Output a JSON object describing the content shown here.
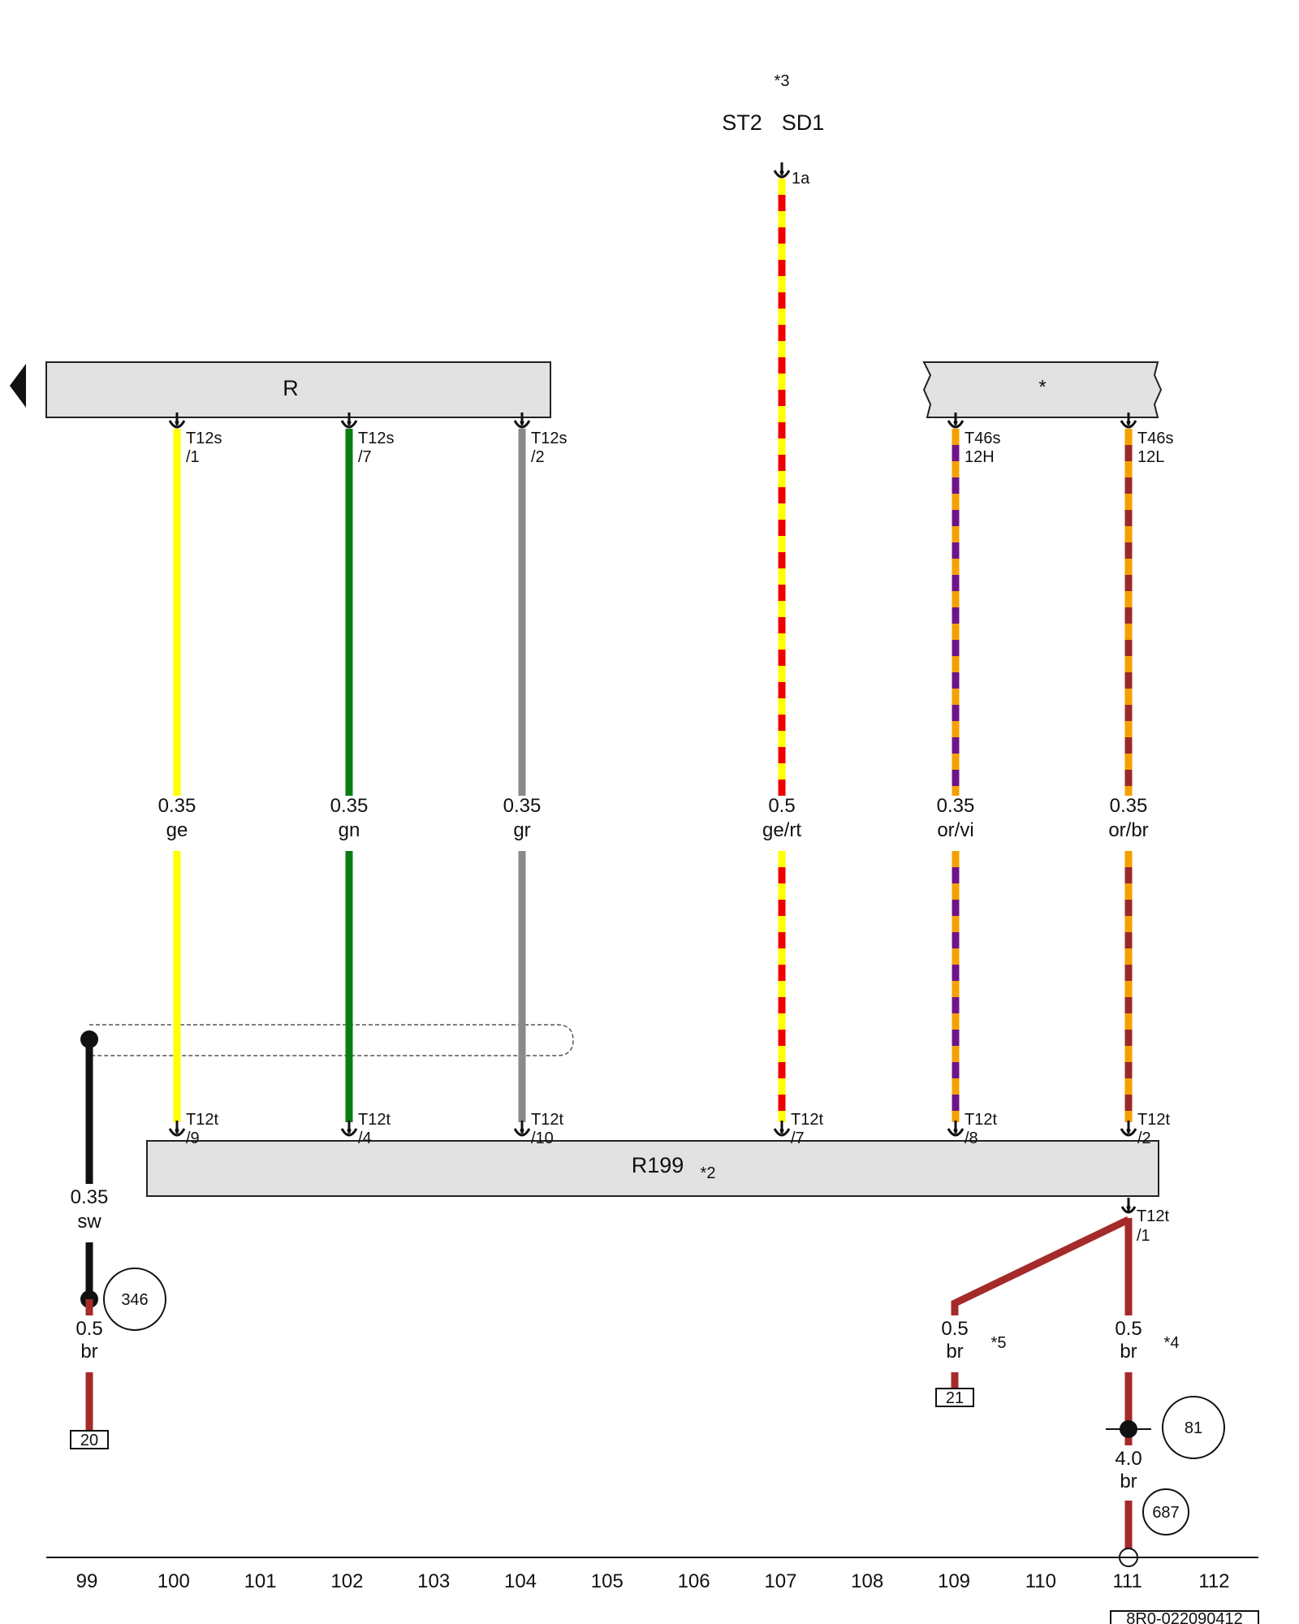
{
  "header": {
    "note_top": "*3",
    "st_label": "ST2",
    "sd_label": "SD1",
    "pin_top": "1a"
  },
  "components": {
    "radio": {
      "label": "R"
    },
    "gateway": {
      "label": "*"
    },
    "r199": {
      "label": "R199",
      "note": "*2"
    }
  },
  "wires": [
    {
      "id": "w1",
      "size": "0.35",
      "color_code": "ge",
      "colors": [
        "#ffff00"
      ],
      "top_conn": "T12s",
      "top_pin": "/1",
      "bot_conn": "T12t",
      "bot_pin": "/9"
    },
    {
      "id": "w2",
      "size": "0.35",
      "color_code": "gn",
      "colors": [
        "#0a7d12"
      ],
      "top_conn": "T12s",
      "top_pin": "/7",
      "bot_conn": "T12t",
      "bot_pin": "/4"
    },
    {
      "id": "w3",
      "size": "0.35",
      "color_code": "gr",
      "colors": [
        "#8a8a8a"
      ],
      "top_conn": "T12s",
      "top_pin": "/2",
      "bot_conn": "T12t",
      "bot_pin": "/10"
    },
    {
      "id": "w4",
      "size": "0.5",
      "color_code": "ge/rt",
      "colors": [
        "#ffff00",
        "#ee0000"
      ],
      "top_conn": "",
      "top_pin": "",
      "bot_conn": "T12t",
      "bot_pin": "/7"
    },
    {
      "id": "w5",
      "size": "0.35",
      "color_code": "or/vi",
      "colors": [
        "#f5a000",
        "#6e1488"
      ],
      "top_conn": "T46s",
      "top_pin": "12H",
      "bot_conn": "T12t",
      "bot_pin": "/8"
    },
    {
      "id": "w6",
      "size": "0.35",
      "color_code": "or/br",
      "colors": [
        "#f5a000",
        "#9a2a2a"
      ],
      "top_conn": "T46s",
      "top_pin": "12L",
      "bot_conn": "T12t",
      "bot_pin": "/2"
    }
  ],
  "shield": {
    "size": "0.35",
    "color_code": "sw",
    "ground_ref": "346"
  },
  "left_ground": {
    "size": "0.5",
    "color_code": "br",
    "ref_box": "20"
  },
  "r199_ground": {
    "conn": "T12t",
    "pin": "/1"
  },
  "branch_a": {
    "size": "0.5",
    "color_code": "br",
    "note": "*5",
    "ref_box": "21"
  },
  "branch_b": {
    "size": "0.5",
    "color_code": "br",
    "note": "*4",
    "ground_ref": "81"
  },
  "main_ground": {
    "size": "4.0",
    "color_code": "br",
    "ref": "687"
  },
  "columns": [
    "99",
    "100",
    "101",
    "102",
    "103",
    "104",
    "105",
    "106",
    "107",
    "108",
    "109",
    "110",
    "111",
    "112"
  ],
  "doc_id": "8R0-022090412",
  "colors": {
    "brown": "#a52a2a",
    "black": "#111111",
    "box_fill": "#e2e2e2"
  }
}
